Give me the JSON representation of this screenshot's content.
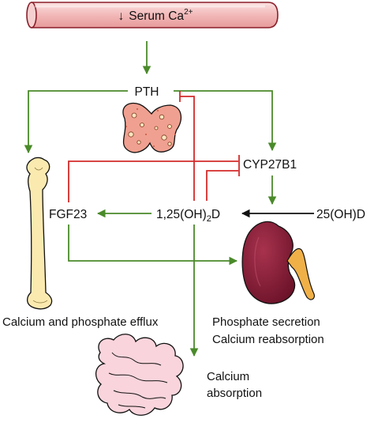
{
  "banner": {
    "arrow": "↓",
    "text": "Serum Ca",
    "superscript": "2+"
  },
  "nodes": {
    "pth": "PTH",
    "cyp27b1": "CYP27B1",
    "fgf23": "FGF23",
    "calcitriol_prefix": "1,25(OH)",
    "calcitriol_subscript": "2",
    "calcitriol_suffix": "D",
    "calcidiol": "25(OH)D"
  },
  "outcomes": {
    "bone": "Calcium and phosphate efflux",
    "kidney_line1": "Phosphate secretion",
    "kidney_line2": "Calcium reabsorption",
    "intestine_line1": "Calcium",
    "intestine_line2": "absorption"
  },
  "icons": [
    "parathyroid-gland-icon",
    "femur-bone-icon",
    "kidney-icon",
    "intestine-icon"
  ],
  "colors": {
    "stimulatory": "#4a8a2a",
    "inhibitory": "#d42a2a",
    "conversion": "#111111",
    "vessel_fill": "#f4c4c4",
    "vessel_stroke": "#8a1f2a",
    "gland_fill": "#f0a090",
    "bone_fill": "#fbeab0",
    "kidney_fill": "#8a1f3a",
    "intestine_fill": "#f9d4dc"
  }
}
